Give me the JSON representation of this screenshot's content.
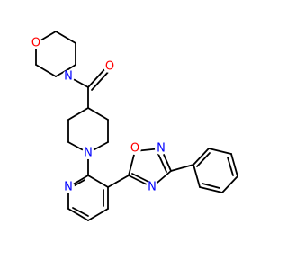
{
  "molecule": {
    "atom_colors": {
      "O": "#ff0000",
      "N": "#0000ff"
    },
    "atoms": {
      "morpholine_o": "O",
      "morpholine_n": "N",
      "carbonyl_o": "O",
      "piperidine_n": "N",
      "pyridine_n": "N",
      "oxadiazole_o": "O",
      "oxadiazole_n2": "N",
      "oxadiazole_n4": "N"
    }
  }
}
